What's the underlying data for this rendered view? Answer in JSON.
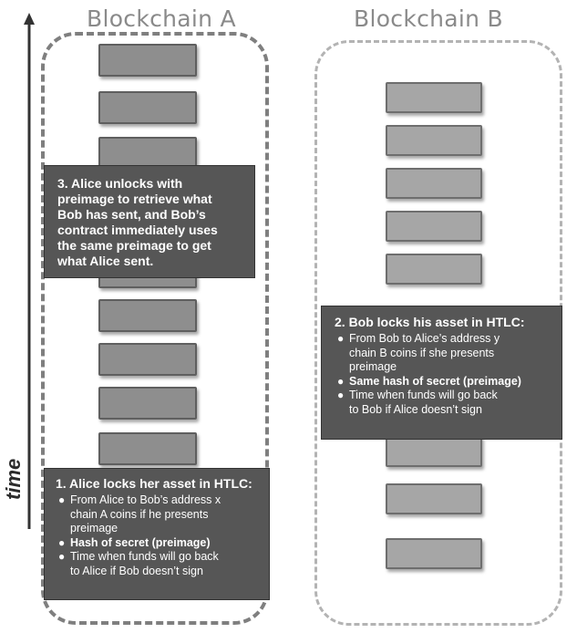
{
  "chains": {
    "a_title": "Blockchain A",
    "b_title": "Blockchain B"
  },
  "axis": {
    "time_label": "time"
  },
  "callouts": {
    "step3": {
      "lines": [
        "3.  Alice unlocks with",
        "preimage to retrieve what",
        "Bob has sent, and Bob’s",
        "contract immediately uses",
        "the same preimage to get",
        "what Alice sent."
      ]
    },
    "step2": {
      "title": "2. Bob locks his asset in HTLC:",
      "bullets": [
        {
          "lines": [
            "From Bob to Alice’s address y",
            "chain B coins if she presents",
            "preimage"
          ],
          "bold": false
        },
        {
          "lines": [
            "Same hash of secret (preimage)"
          ],
          "bold": true
        },
        {
          "lines": [
            "Time when funds will go back",
            "to Bob if Alice doesn’t sign"
          ],
          "bold": false
        }
      ]
    },
    "step1": {
      "title": "1. Alice locks her asset in HTLC:",
      "bullets": [
        {
          "lines": [
            "From Alice to Bob’s address x",
            "chain A coins if he presents",
            "preimage"
          ],
          "bold": false
        },
        {
          "lines": [
            "Hash of secret (preimage)"
          ],
          "bold": true
        },
        {
          "lines": [
            "Time when funds will go back",
            "to Alice if Bob doesn’t sign"
          ],
          "bold": false
        }
      ]
    }
  },
  "colors": {
    "callout_bg": "#565656",
    "block_fill": "#8e8e8e",
    "chain_a_border": "#7f7f7f",
    "chain_b_border": "#b3b3b3",
    "title_color": "#8a8a8a"
  }
}
